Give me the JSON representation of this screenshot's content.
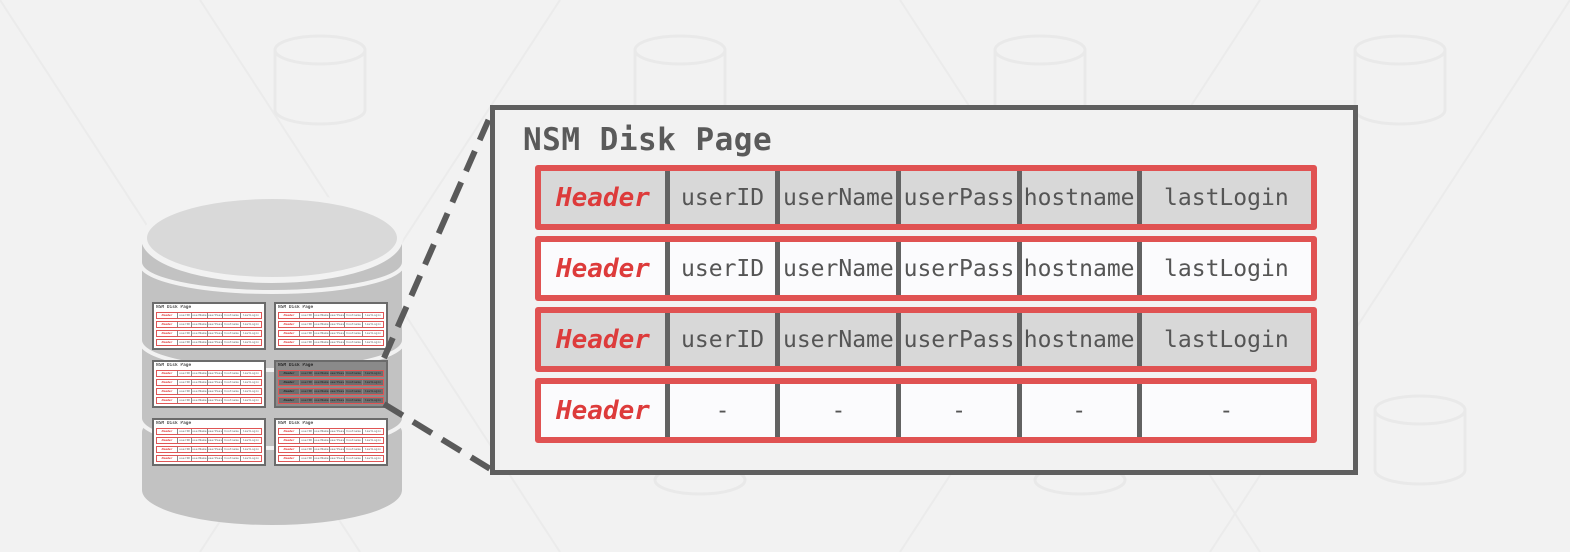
{
  "page": {
    "title": "NSM Disk Page",
    "columns": [
      "Header",
      "userID",
      "userName",
      "userPass",
      "hostname",
      "lastLogin"
    ],
    "rows": [
      [
        "Header",
        "userID",
        "userName",
        "userPass",
        "hostname",
        "lastLogin"
      ],
      [
        "Header",
        "userID",
        "userName",
        "userPass",
        "hostname",
        "lastLogin"
      ],
      [
        "Header",
        "userID",
        "userName",
        "userPass",
        "hostname",
        "lastLogin"
      ],
      [
        "Header",
        "-",
        "-",
        "-",
        "-",
        "-"
      ]
    ]
  },
  "mini": {
    "title": "NSM Disk Page",
    "cells": [
      "Header",
      "userID",
      "userName",
      "userPass",
      "hostname",
      "lastLogin"
    ]
  },
  "colors": {
    "accent_red": "#e05252",
    "border_gray": "#5f5f5f",
    "row_shaded": "#d8d8d8",
    "row_white": "#fbfbfd",
    "cylinder_gray": "#c2c2c2",
    "background": "#f2f2f2"
  },
  "icons": [
    "database-cylinder-icon",
    "background-database-icon"
  ]
}
